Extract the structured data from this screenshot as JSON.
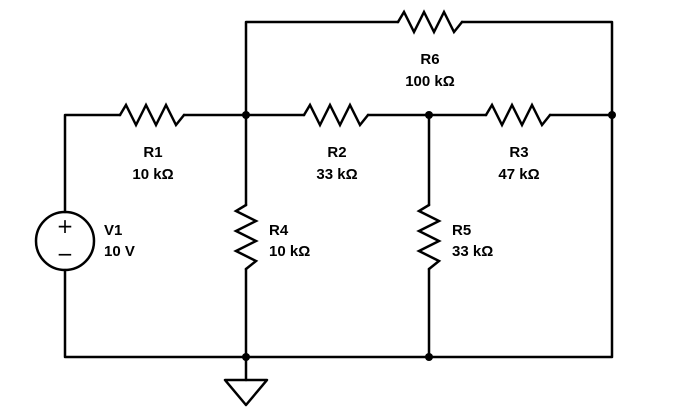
{
  "components": {
    "v1": {
      "name": "V1",
      "value": "10 V",
      "plus": "+",
      "minus": "−"
    },
    "r1": {
      "name": "R1",
      "value": "10 kΩ"
    },
    "r2": {
      "name": "R2",
      "value": "33 kΩ"
    },
    "r3": {
      "name": "R3",
      "value": "47 kΩ"
    },
    "r4": {
      "name": "R4",
      "value": "10 kΩ"
    },
    "r5": {
      "name": "R5",
      "value": "33 kΩ"
    },
    "r6": {
      "name": "R6",
      "value": "100 kΩ"
    }
  }
}
